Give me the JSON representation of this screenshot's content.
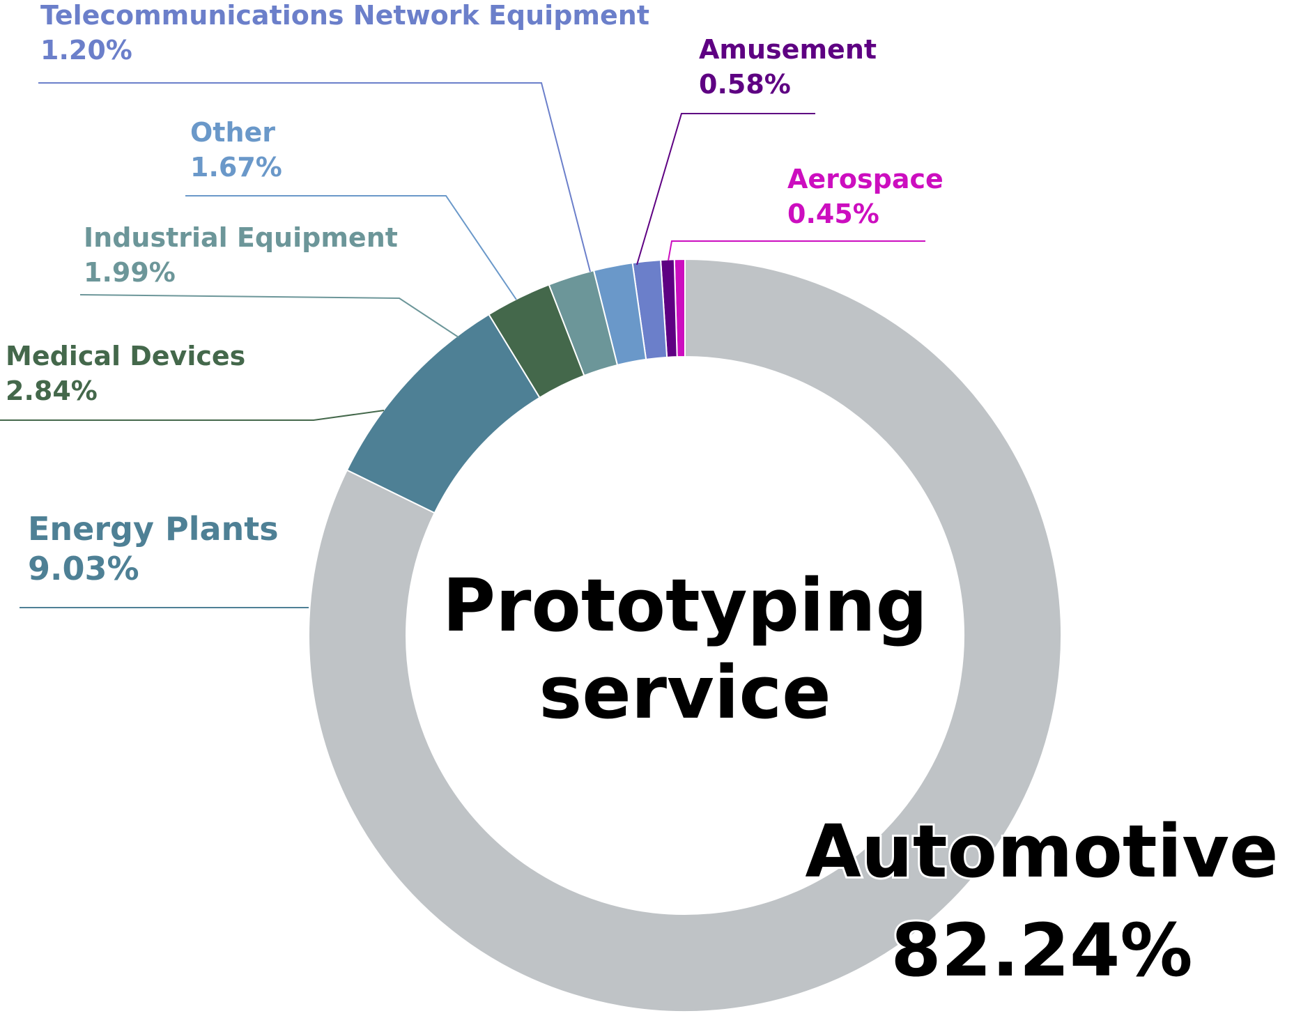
{
  "chart_data": {
    "type": "pie",
    "center_title": [
      "Prototyping",
      "service"
    ],
    "slices": [
      {
        "name": "Automotive",
        "value": 82.24,
        "label": "82.24%",
        "color": "#bfc3c6",
        "label_color": "#000000"
      },
      {
        "name": "Energy Plants",
        "value": 9.03,
        "label": "9.03%",
        "color": "#4e8095",
        "label_color": "#4e8095"
      },
      {
        "name": "Medical Devices",
        "value": 2.84,
        "label": "2.84%",
        "color": "#44684b",
        "label_color": "#44684b"
      },
      {
        "name": "Industrial Equipment",
        "value": 1.99,
        "label": "1.99%",
        "color": "#6c9699",
        "label_color": "#6c9699"
      },
      {
        "name": "Other",
        "value": 1.67,
        "label": "1.67%",
        "color": "#6a98c9",
        "label_color": "#6a98c9"
      },
      {
        "name": "Telecommunications Network Equipment",
        "value": 1.2,
        "label": "1.20%",
        "color": "#6b7fca",
        "label_color": "#6b7fca"
      },
      {
        "name": "Amusement",
        "value": 0.58,
        "label": "0.58%",
        "color": "#5e0082",
        "label_color": "#5e0082"
      },
      {
        "name": "Aerospace",
        "value": 0.45,
        "label": "0.45%",
        "color": "#cc0ebf",
        "label_color": "#cc0ebf"
      }
    ]
  }
}
